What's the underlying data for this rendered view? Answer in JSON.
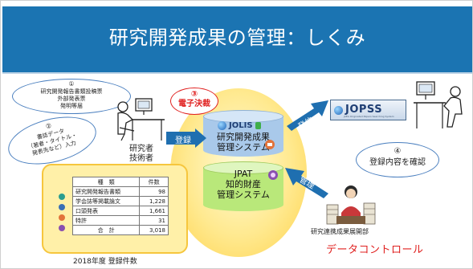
{
  "title": "研究開発成果の管理：しくみ",
  "callout1": {
    "number": "①",
    "lines": [
      "研究開発報告書類投稿票",
      "外部発表票",
      "発明等届"
    ]
  },
  "callout2": {
    "number": "②",
    "lines": [
      "書誌データ",
      "（著者・タイトル・",
      "発表先など）入力"
    ]
  },
  "researcher": {
    "line1": "研究者",
    "line2": "技術者"
  },
  "callout3": {
    "number": "③",
    "label": "電子決裁"
  },
  "jolis": {
    "logo": "JOLIS",
    "line1": "研究開発成果",
    "line2": "管理システム"
  },
  "jpat": {
    "line1": "JPAT",
    "line2": "知的財産",
    "line3": "管理システム"
  },
  "arrows": {
    "register": "登録",
    "publish": "発信",
    "manage": "管理"
  },
  "jopss": {
    "logo": "JOPSS",
    "subtitle": "JAEA Originated Papers Searching System"
  },
  "callout4": {
    "number": "④",
    "label": "登録内容を確認"
  },
  "department": "研究連携成果展開部",
  "data_control": "データコントロール",
  "table": {
    "headers": [
      "種　類",
      "件数"
    ],
    "rows": [
      {
        "kind": "研究開発報告書類",
        "count": "98",
        "icon_color": "#2a9d8f"
      },
      {
        "kind": "学会誌等掲載論文",
        "count": "1,228",
        "icon_color": "#3a6fb5"
      },
      {
        "kind": "口頭発表",
        "count": "1,661",
        "icon_color": "#e2733a"
      },
      {
        "kind": "特許",
        "count": "31",
        "icon_color": "#8a4fb0"
      }
    ],
    "total_label": "合　計",
    "total_value": "3,018",
    "caption": "2018年度 登録件数"
  },
  "colors": {
    "title_bar": "#1b74b2",
    "arrow_blue": "#1f6fb0",
    "accent_red": "#e0201f",
    "oval": "#ffe98f",
    "jolis_cyl": "#a9c9ea",
    "jpat_cyl": "#b9e87a"
  }
}
